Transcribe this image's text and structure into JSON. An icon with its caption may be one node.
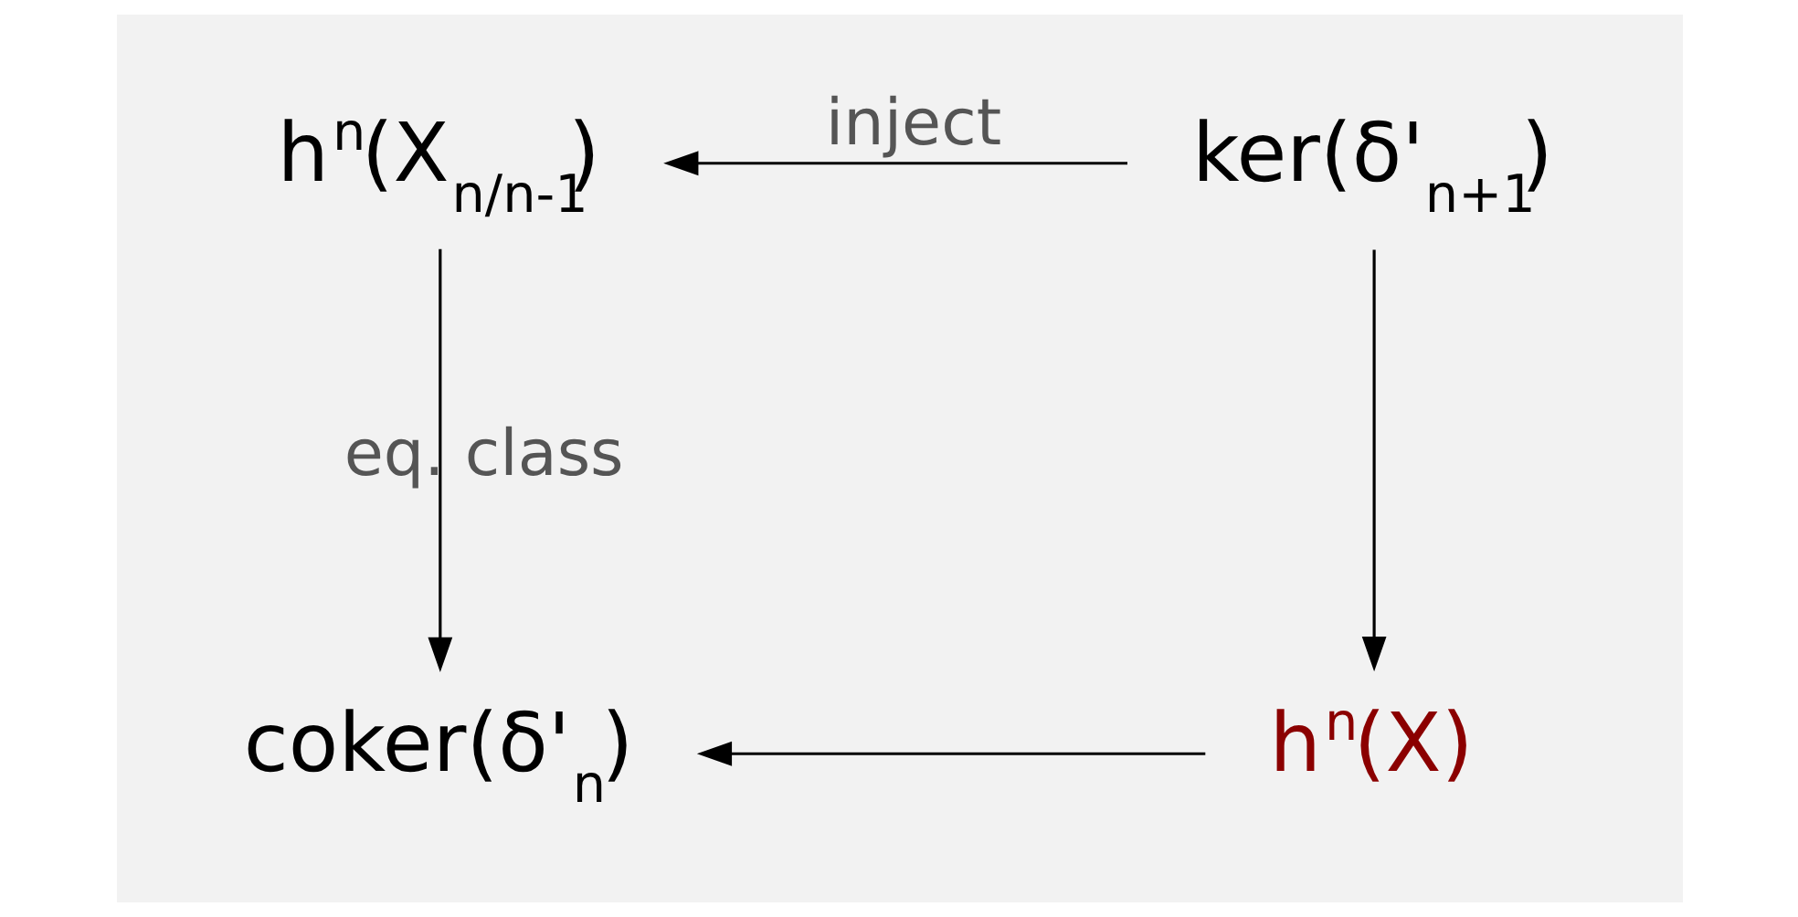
{
  "diagram": {
    "nodes": [
      {
        "text": [
          "coker(δ'$_{n}$)"
        ]
      },
      {
        "text": [
          "h$^{n}$(X)"
        ]
      },
      {
        "text": [
          "h$^{n}$(X$_{n/n-1}$)"
        ]
      },
      {
        "text": [
          "ker(δ'$_{n+1}$)"
        ]
      }
    ],
    "edges": [
      {
        "from": 1,
        "to": 0,
        "arrow": "to"
      },
      {
        "from": 2,
        "to": 0,
        "arrow": "to",
        "label": "eq. class"
      },
      {
        "from": 3,
        "to": 1,
        "arrow": "to"
      },
      {
        "from": 3,
        "to": 2,
        "arrow": "to",
        "label": "inject"
      }
    ]
  }
}
